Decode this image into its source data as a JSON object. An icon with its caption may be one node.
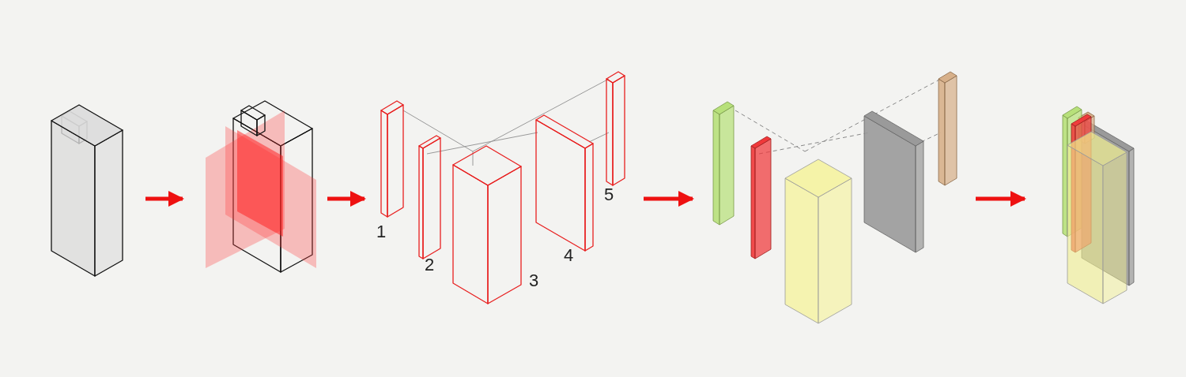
{
  "diagram": {
    "nodes": [
      {
        "text": [],
        "shape": "picture"
      },
      {
        "text": [],
        "shape": "picture"
      },
      {
        "text": [],
        "shape": "picture"
      },
      {
        "text": [],
        "shape": "picture"
      },
      {
        "text": [],
        "shape": "picture"
      }
    ],
    "edges": [
      {
        "from": 0,
        "to": 1,
        "arrow": "to"
      },
      {
        "from": 1,
        "to": 2,
        "arrow": "to"
      },
      {
        "from": 2,
        "to": 3,
        "arrow": "to"
      },
      {
        "from": 3,
        "to": 4,
        "arrow": "to"
      }
    ],
    "labels": [
      "1",
      "2",
      "3",
      "4",
      "5"
    ]
  }
}
